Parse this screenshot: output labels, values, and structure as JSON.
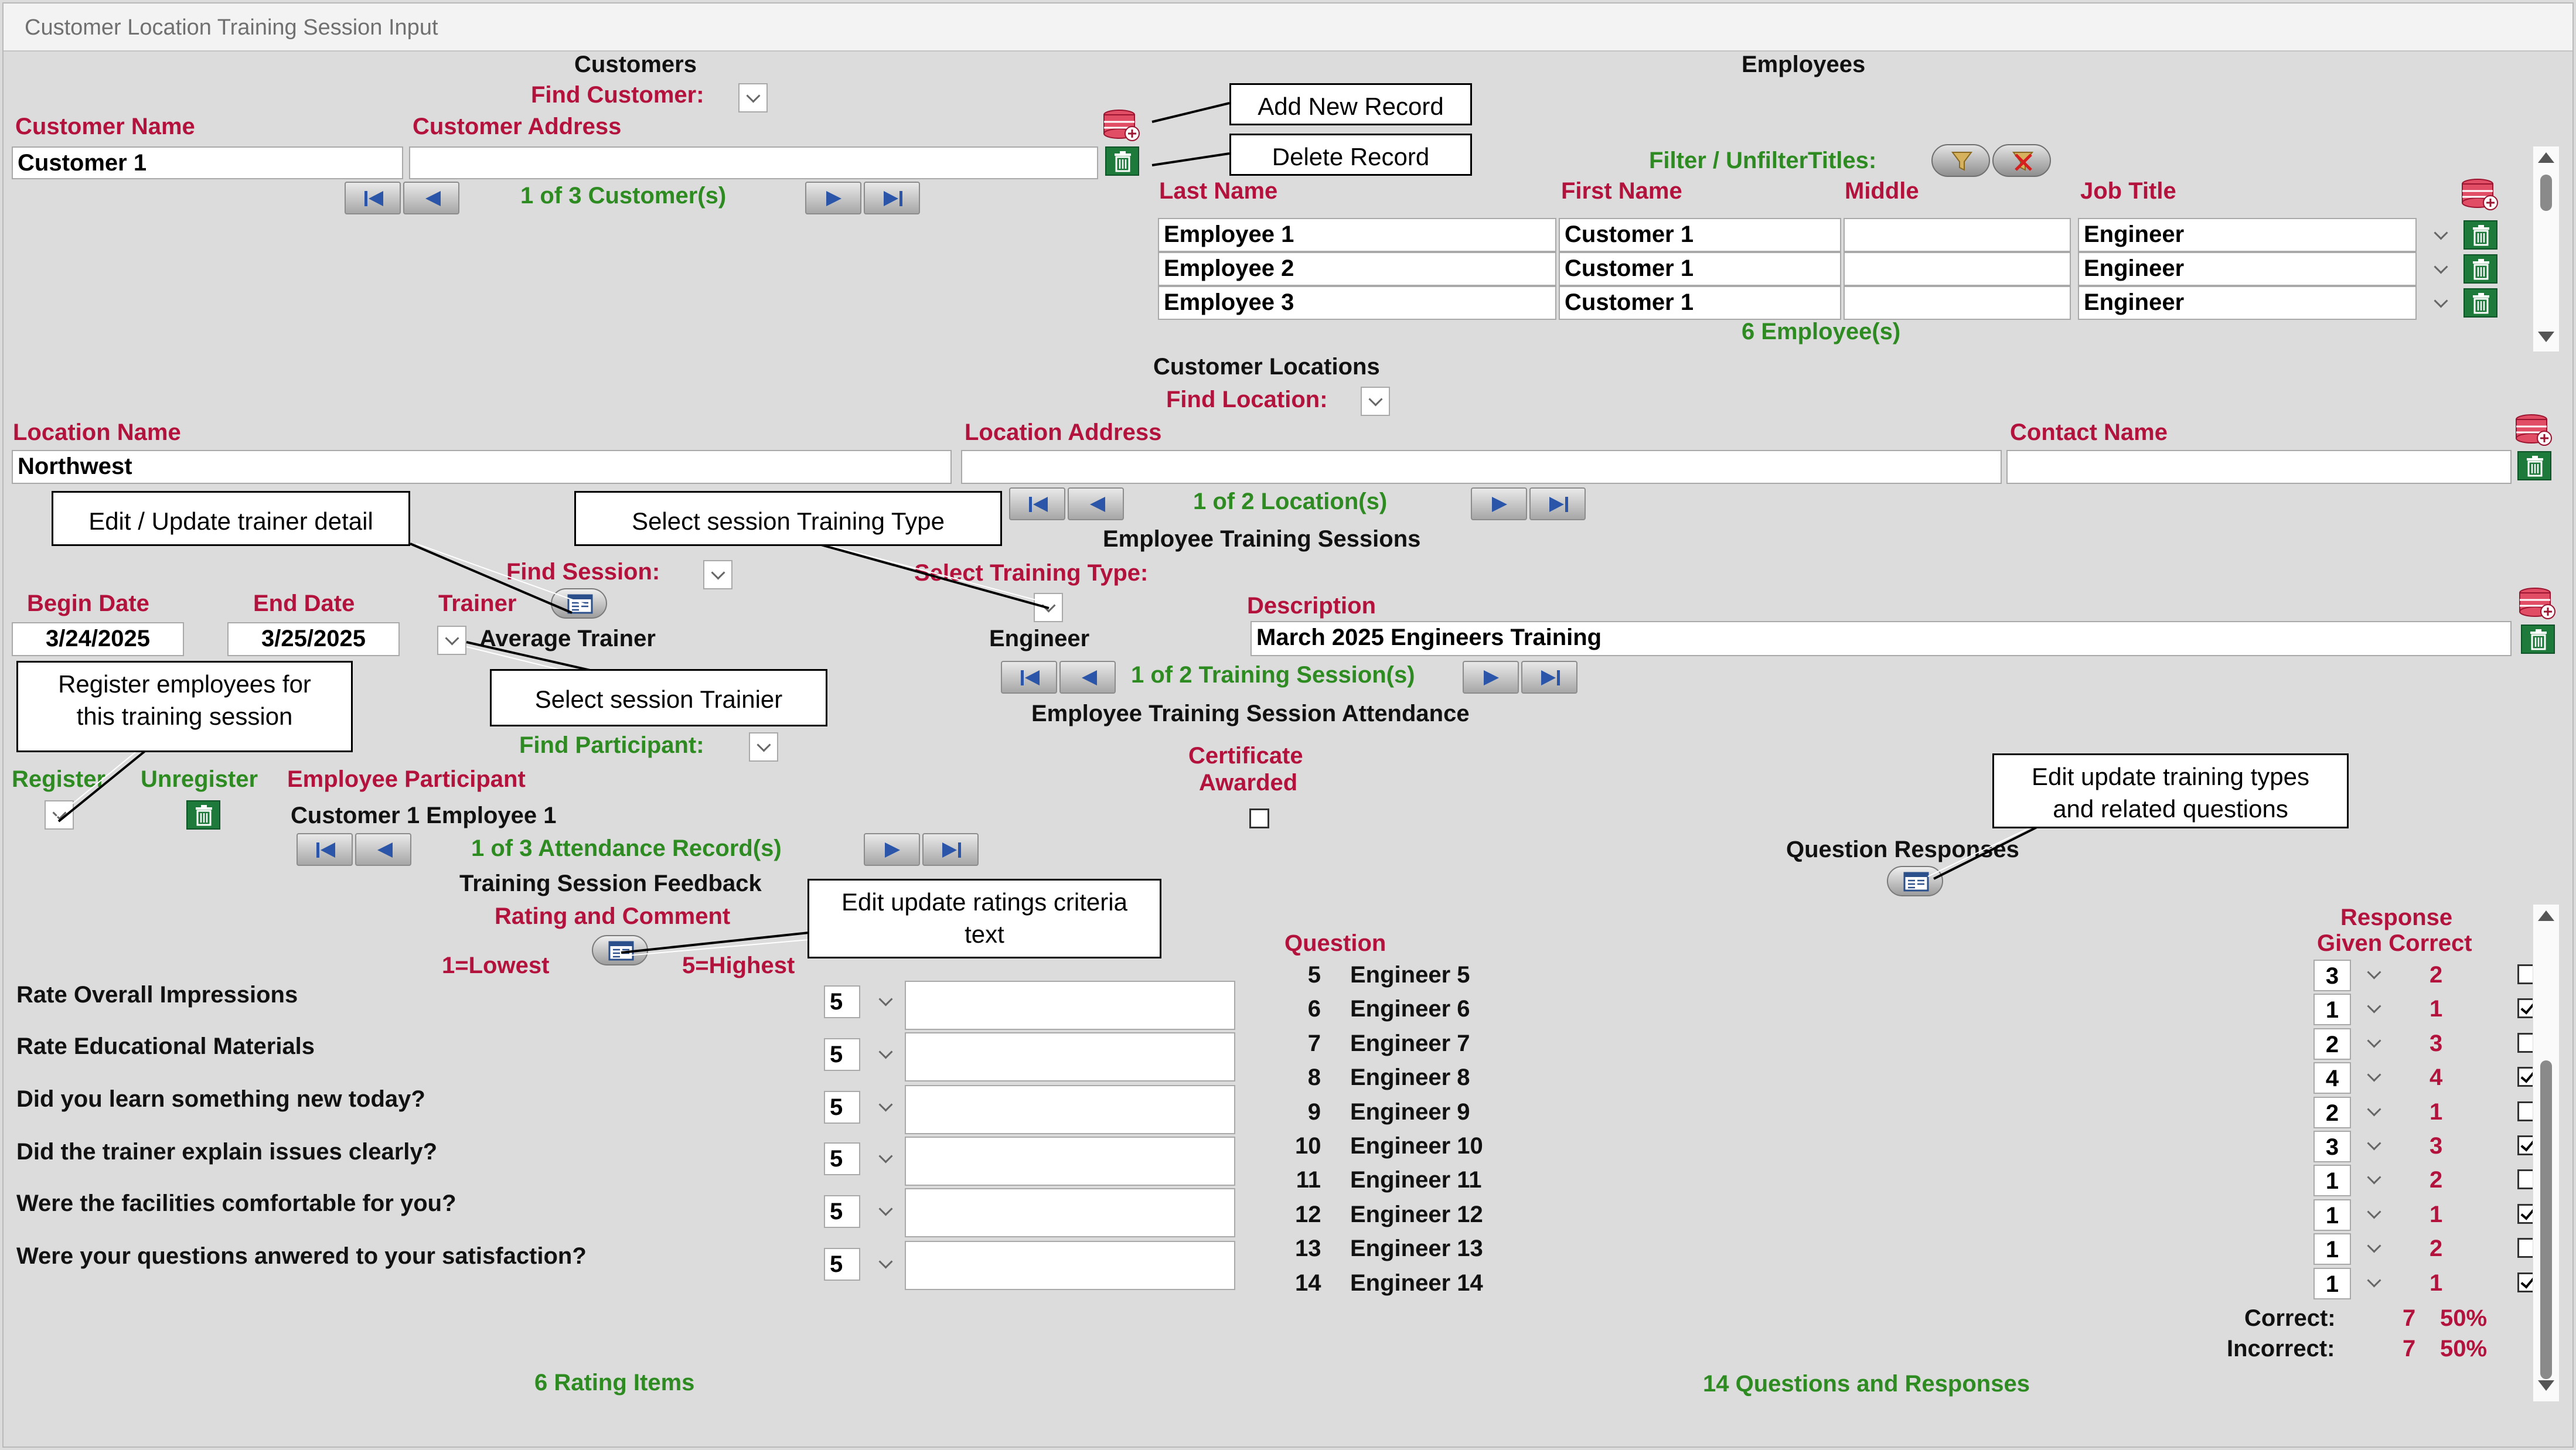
{
  "window": {
    "title": "Customer Location Training Session Input"
  },
  "customers": {
    "heading": "Customers",
    "find_label": "Find Customer:",
    "name_label": "Customer Name",
    "address_label": "Customer Address",
    "name_value": "Customer 1",
    "address_value": "",
    "nav_text": "1 of 3 Customer(s)"
  },
  "employees": {
    "heading": "Employees",
    "filter_label": "Filter / UnfilterTitles:",
    "col_last": "Last Name",
    "col_first": "First Name",
    "col_middle": "Middle",
    "col_title": "Job Title",
    "rows": [
      {
        "last": "Employee 1",
        "first": "Customer 1",
        "middle": "",
        "title": "Engineer"
      },
      {
        "last": "Employee 2",
        "first": "Customer 1",
        "middle": "",
        "title": "Engineer"
      },
      {
        "last": "Employee 3",
        "first": "Customer 1",
        "middle": "",
        "title": "Engineer"
      }
    ],
    "count_text": "6 Employee(s)"
  },
  "locations": {
    "heading": "Customer Locations",
    "find_label": "Find Location:",
    "name_label": "Location Name",
    "address_label": "Location Address",
    "contact_label": "Contact Name",
    "name_value": "Northwest",
    "address_value": "",
    "contact_value": "",
    "nav_text": "1 of 2 Location(s)"
  },
  "sessions": {
    "heading": "Employee Training Sessions",
    "find_label": "Find Session:",
    "type_label": "Select Training Type:",
    "begin_label": "Begin Date",
    "end_label": "End Date",
    "trainer_label": "Trainer",
    "description_label": "Description",
    "begin_value": "3/24/2025",
    "end_value": "3/25/2025",
    "trainer_value": "Average Trainer",
    "type_value": "Engineer",
    "description_value": "March 2025 Engineers Training",
    "nav_text": "1 of 2 Training Session(s)"
  },
  "attendance": {
    "heading": "Employee Training Session Attendance",
    "find_label": "Find Participant:",
    "register_label": "Register",
    "unregister_label": "Unregister",
    "participant_label": "Employee Participant",
    "participant_value": "Customer 1 Employee 1",
    "certificate_label_1": "Certificate",
    "certificate_label_2": "Awarded",
    "nav_text": "1 of 3 Attendance Record(s)"
  },
  "feedback": {
    "heading": "Training Session Feedback",
    "subheading": "Rating and Comment",
    "lowest": "1=Lowest",
    "highest": "5=Highest",
    "items": [
      {
        "label": "Rate Overall Impressions",
        "rating": "5",
        "comment": ""
      },
      {
        "label": "Rate Educational Materials",
        "rating": "5",
        "comment": ""
      },
      {
        "label": "Did you learn something new today?",
        "rating": "5",
        "comment": ""
      },
      {
        "label": "Did the trainer explain issues clearly?",
        "rating": "5",
        "comment": ""
      },
      {
        "label": "Were the facilities comfortable for you?",
        "rating": "5",
        "comment": ""
      },
      {
        "label": "Were your questions anwered to your satisfaction?",
        "rating": "5",
        "comment": ""
      }
    ],
    "count_text": "6 Rating Items"
  },
  "questions": {
    "heading": "Question Responses",
    "question_label": "Question",
    "response_label_1": "Response",
    "response_label_2": "Given Correct",
    "items": [
      {
        "num": "5",
        "text": "Engineer 5",
        "given": "3",
        "correct": "2",
        "checked": false
      },
      {
        "num": "6",
        "text": "Engineer 6",
        "given": "1",
        "correct": "1",
        "checked": true
      },
      {
        "num": "7",
        "text": "Engineer 7",
        "given": "2",
        "correct": "3",
        "checked": false
      },
      {
        "num": "8",
        "text": "Engineer 8",
        "given": "4",
        "correct": "4",
        "checked": true
      },
      {
        "num": "9",
        "text": "Engineer 9",
        "given": "2",
        "correct": "1",
        "checked": false
      },
      {
        "num": "10",
        "text": "Engineer 10",
        "given": "3",
        "correct": "3",
        "checked": true
      },
      {
        "num": "11",
        "text": "Engineer 11",
        "given": "1",
        "correct": "2",
        "checked": false
      },
      {
        "num": "12",
        "text": "Engineer 12",
        "given": "1",
        "correct": "1",
        "checked": true
      },
      {
        "num": "13",
        "text": "Engineer 13",
        "given": "1",
        "correct": "2",
        "checked": false
      },
      {
        "num": "14",
        "text": "Engineer 14",
        "given": "1",
        "correct": "1",
        "checked": true
      }
    ],
    "correct_label": "Correct:",
    "correct_count": "7",
    "correct_pct": "50%",
    "incorrect_label": "Incorrect:",
    "incorrect_count": "7",
    "incorrect_pct": "50%",
    "count_text": "14 Questions and Responses"
  },
  "callouts": {
    "add_new": "Add New Record",
    "delete": "Delete Record",
    "edit_trainer": "Edit / Update trainer detail",
    "select_type": "Select  session Training Type",
    "register_1": "Register employees for",
    "register_2": "this training session",
    "select_trainer": "Select  session Trainier",
    "edit_types_1": "Edit update training types",
    "edit_types_2": "and related questions",
    "edit_ratings_1": "Edit update ratings criteria",
    "edit_ratings_2": "text"
  }
}
